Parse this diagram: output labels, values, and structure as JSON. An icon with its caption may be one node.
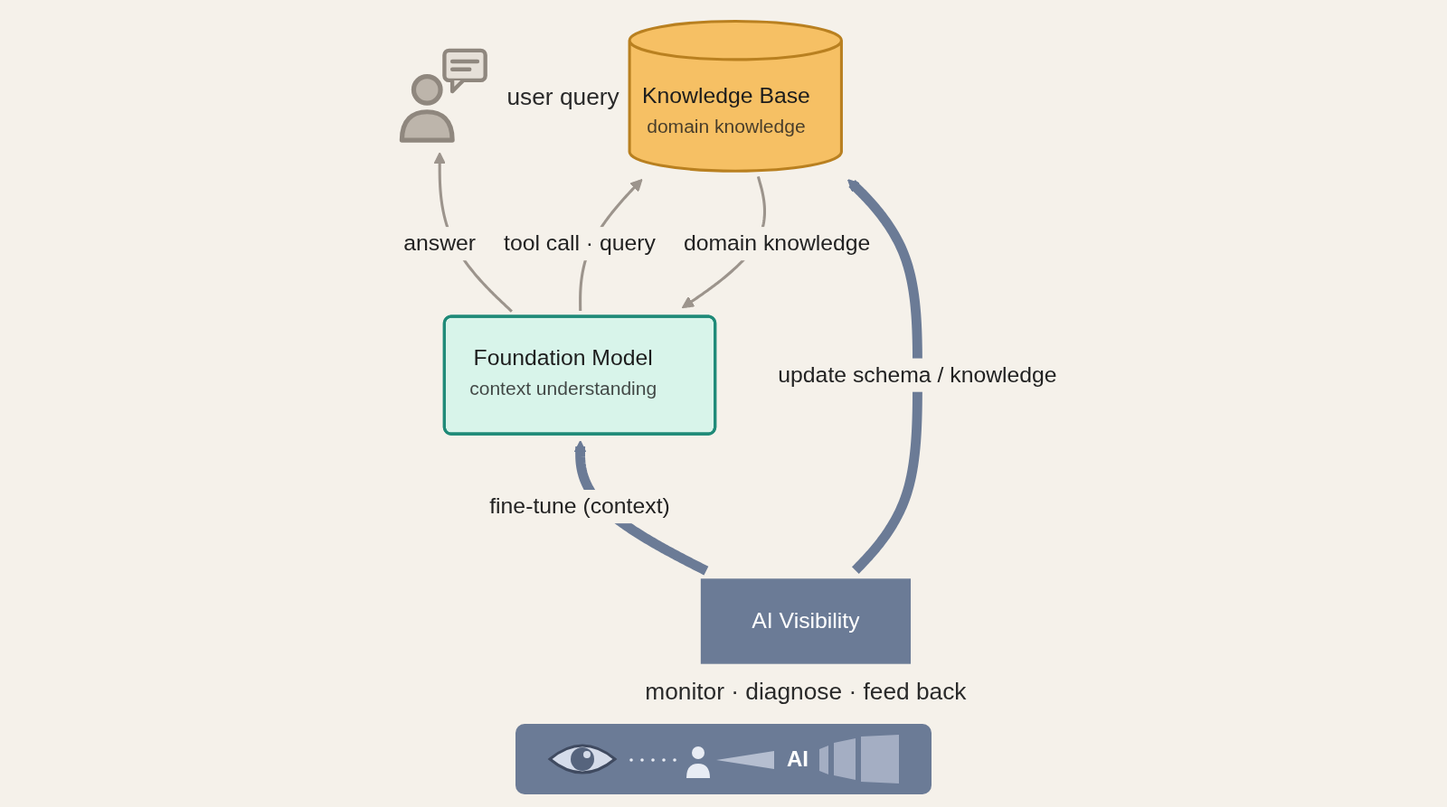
{
  "diagram": {
    "nodes": [
      {
        "text": [],
        "shape": "person",
        "beside": [
          "user query"
        ]
      },
      {
        "text": [
          "Foundation Model",
          "context understanding"
        ]
      },
      {
        "text": [
          "Knowledge Base",
          "domain knowledge"
        ]
      },
      {
        "text": [
          "AI Visibility"
        ],
        "beside": [
          "monitor · diagnose · feed back"
        ]
      }
    ],
    "edges": [
      {
        "from": 1,
        "to": 0,
        "arrow": "to",
        "label": "answer"
      },
      {
        "from": 1,
        "to": 2,
        "arrow": "to",
        "label": "tool call · query"
      },
      {
        "from": 2,
        "to": 1,
        "arrow": "to",
        "label": "domain knowledge"
      },
      {
        "from": 3,
        "to": 1,
        "arrow": "to",
        "label": "fine-tune (context)",
        "style": "thick",
        "color": "#6b7b96"
      },
      {
        "from": 3,
        "to": 2,
        "arrow": "to",
        "label": "update schema / knowledge",
        "style": "thick",
        "color": "#6b7b96"
      }
    ],
    "labels": [
      "AI"
    ]
  }
}
